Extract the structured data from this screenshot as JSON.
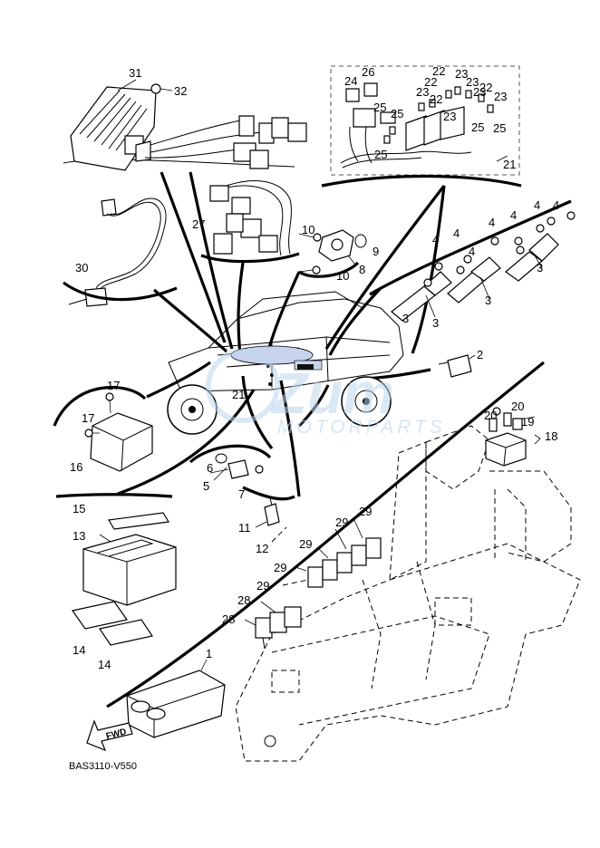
{
  "diagram": {
    "code": "BAS3110-V550",
    "fwd_label": "FWD",
    "watermark": {
      "text": "Zum",
      "subtext": "MOTORPARTS"
    },
    "callouts": [
      {
        "id": "c31",
        "text": "31"
      },
      {
        "id": "c32",
        "text": "32"
      },
      {
        "id": "c24",
        "text": "24"
      },
      {
        "id": "c26",
        "text": "26"
      },
      {
        "id": "c22a",
        "text": "22"
      },
      {
        "id": "c23a",
        "text": "23"
      },
      {
        "id": "c22b",
        "text": "22"
      },
      {
        "id": "c23b",
        "text": "23"
      },
      {
        "id": "c22c",
        "text": "22"
      },
      {
        "id": "c23c",
        "text": "23"
      },
      {
        "id": "c23d",
        "text": "23"
      },
      {
        "id": "c22d",
        "text": "22"
      },
      {
        "id": "c23e",
        "text": "23"
      },
      {
        "id": "c25a",
        "text": "25"
      },
      {
        "id": "c25b",
        "text": "25"
      },
      {
        "id": "c23f",
        "text": "23"
      },
      {
        "id": "c25c",
        "text": "25"
      },
      {
        "id": "c25d",
        "text": "25"
      },
      {
        "id": "c25e",
        "text": "25"
      },
      {
        "id": "c21a",
        "text": "21"
      },
      {
        "id": "c27",
        "text": "27"
      },
      {
        "id": "c10a",
        "text": "10"
      },
      {
        "id": "c9",
        "text": "9"
      },
      {
        "id": "c8",
        "text": "8"
      },
      {
        "id": "c10b",
        "text": "10"
      },
      {
        "id": "c30",
        "text": "30"
      },
      {
        "id": "c4a",
        "text": "4"
      },
      {
        "id": "c4b",
        "text": "4"
      },
      {
        "id": "c4c",
        "text": "4"
      },
      {
        "id": "c4d",
        "text": "4"
      },
      {
        "id": "c4e",
        "text": "4"
      },
      {
        "id": "c4f",
        "text": "4"
      },
      {
        "id": "c4g",
        "text": "4"
      },
      {
        "id": "c3a",
        "text": "3"
      },
      {
        "id": "c3b",
        "text": "3"
      },
      {
        "id": "c3c",
        "text": "3"
      },
      {
        "id": "c3d",
        "text": "3"
      },
      {
        "id": "c2",
        "text": "2"
      },
      {
        "id": "c17a",
        "text": "17"
      },
      {
        "id": "c17b",
        "text": "17"
      },
      {
        "id": "c16",
        "text": "16"
      },
      {
        "id": "c21b",
        "text": "21"
      },
      {
        "id": "c20a",
        "text": "20"
      },
      {
        "id": "c20b",
        "text": "20"
      },
      {
        "id": "c19",
        "text": "19"
      },
      {
        "id": "c18",
        "text": "18"
      },
      {
        "id": "c6",
        "text": "6"
      },
      {
        "id": "c5",
        "text": "5"
      },
      {
        "id": "c7",
        "text": "7"
      },
      {
        "id": "c11",
        "text": "11"
      },
      {
        "id": "c12",
        "text": "12"
      },
      {
        "id": "c15",
        "text": "15"
      },
      {
        "id": "c13",
        "text": "13"
      },
      {
        "id": "c29a",
        "text": "29"
      },
      {
        "id": "c29b",
        "text": "29"
      },
      {
        "id": "c29c",
        "text": "29"
      },
      {
        "id": "c29d",
        "text": "29"
      },
      {
        "id": "c29e",
        "text": "29"
      },
      {
        "id": "c28a",
        "text": "28"
      },
      {
        "id": "c28b",
        "text": "28"
      },
      {
        "id": "c14a",
        "text": "14"
      },
      {
        "id": "c14b",
        "text": "14"
      },
      {
        "id": "c1",
        "text": "1"
      }
    ]
  }
}
